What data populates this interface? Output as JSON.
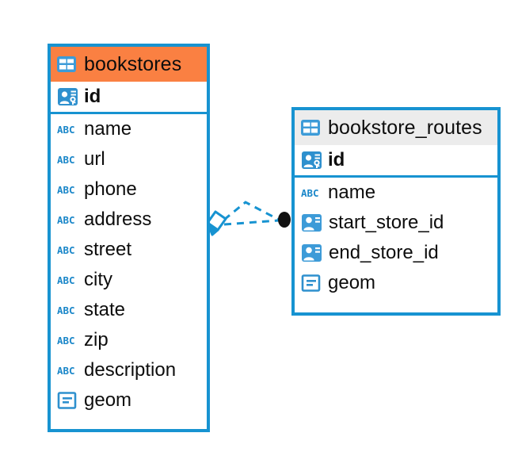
{
  "diagram": {
    "type": "entity-relationship-diagram",
    "background_color": "#ffffff",
    "accent_color": "#1793D1",
    "selected_color": "#FA8042",
    "header_color": "#ECECEC"
  },
  "entities": [
    {
      "name": "bookstores",
      "title": "bookstores",
      "state": "selected",
      "header_color": "#FA8042",
      "table_icon": "table-icon",
      "primary_keys": [
        {
          "label": "id",
          "icon": "primary-key-icon",
          "type": "key"
        }
      ],
      "fields": [
        {
          "label": "name",
          "icon": "abc-text-icon",
          "type": "text"
        },
        {
          "label": "url",
          "icon": "abc-text-icon",
          "type": "text"
        },
        {
          "label": "phone",
          "icon": "abc-text-icon",
          "type": "text"
        },
        {
          "label": "address",
          "icon": "abc-text-icon",
          "type": "text"
        },
        {
          "label": "street",
          "icon": "abc-text-icon",
          "type": "text"
        },
        {
          "label": "city",
          "icon": "abc-text-icon",
          "type": "text"
        },
        {
          "label": "state",
          "icon": "abc-text-icon",
          "type": "text"
        },
        {
          "label": "zip",
          "icon": "abc-text-icon",
          "type": "text"
        },
        {
          "label": "description",
          "icon": "abc-text-icon",
          "type": "text"
        },
        {
          "label": "geom",
          "icon": "geometry-icon",
          "type": "geometry"
        }
      ]
    },
    {
      "name": "bookstore_routes",
      "title": "bookstore_routes",
      "state": "normal",
      "header_color": "#ECECEC",
      "table_icon": "table-icon",
      "primary_keys": [
        {
          "label": "id",
          "icon": "primary-key-icon",
          "type": "key"
        }
      ],
      "fields": [
        {
          "label": "name",
          "icon": "abc-text-icon",
          "type": "text"
        },
        {
          "label": "start_store_id",
          "icon": "foreign-key-icon",
          "type": "reference"
        },
        {
          "label": "end_store_id",
          "icon": "foreign-key-icon",
          "type": "reference"
        },
        {
          "label": "geom",
          "icon": "geometry-icon",
          "type": "geometry"
        }
      ]
    }
  ],
  "relationship": {
    "name": "bookstores-to-bookstore_routes",
    "line_style": "dashed",
    "line_color": "#1793D1",
    "source_endpoint": "diamond-marker",
    "target_endpoint": "filled-circle-marker",
    "target_endpoint_color": "#000000",
    "branches": 2
  }
}
